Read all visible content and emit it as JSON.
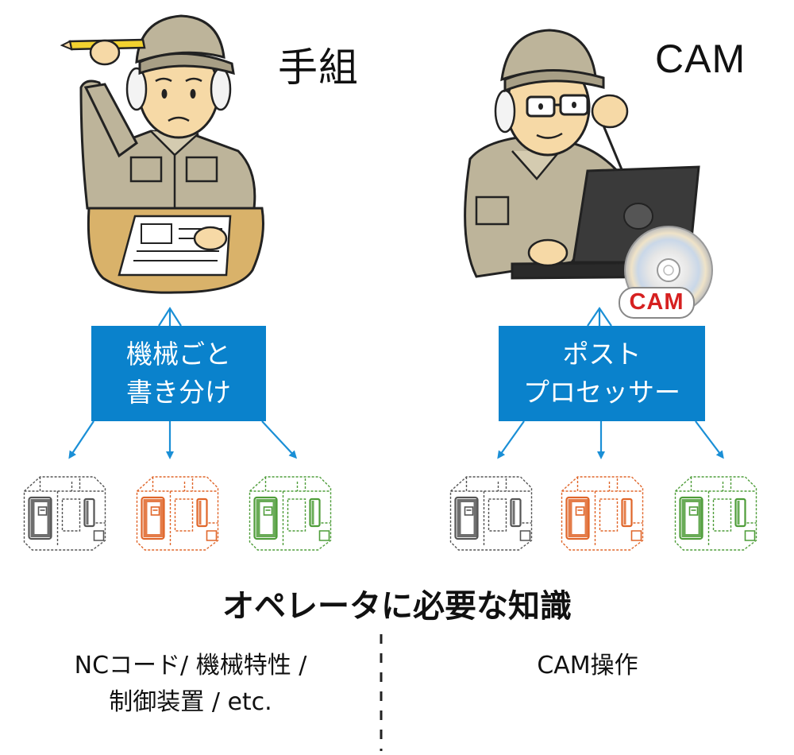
{
  "left": {
    "heading": "手組",
    "box_line1": "機械ごと",
    "box_line2": "書き分け",
    "requirement_line1": "NCコード/ 機械特性 /",
    "requirement_line2": "制御装置 / etc."
  },
  "right": {
    "heading": "CAM",
    "box_line1": "ポスト",
    "box_line2": "プロセッサー",
    "disc_label": "CAM",
    "requirement_line1": "CAM操作"
  },
  "knowledge_title": "オペレータに必要な知識",
  "colors": {
    "box_blue": "#0a82cc",
    "arrow_blue": "#1a8fd6",
    "machine_gray": "#555555",
    "machine_orange": "#e0662a",
    "machine_green": "#4f9d3a",
    "uniform": "#bdb49a",
    "skin": "#f6d9a6",
    "desk": "#d9b26a",
    "cam_red": "#d62020"
  },
  "icons": [
    "worker-writing-icon",
    "worker-laptop-icon",
    "cam-disc-icon",
    "machine-tool-icon"
  ]
}
